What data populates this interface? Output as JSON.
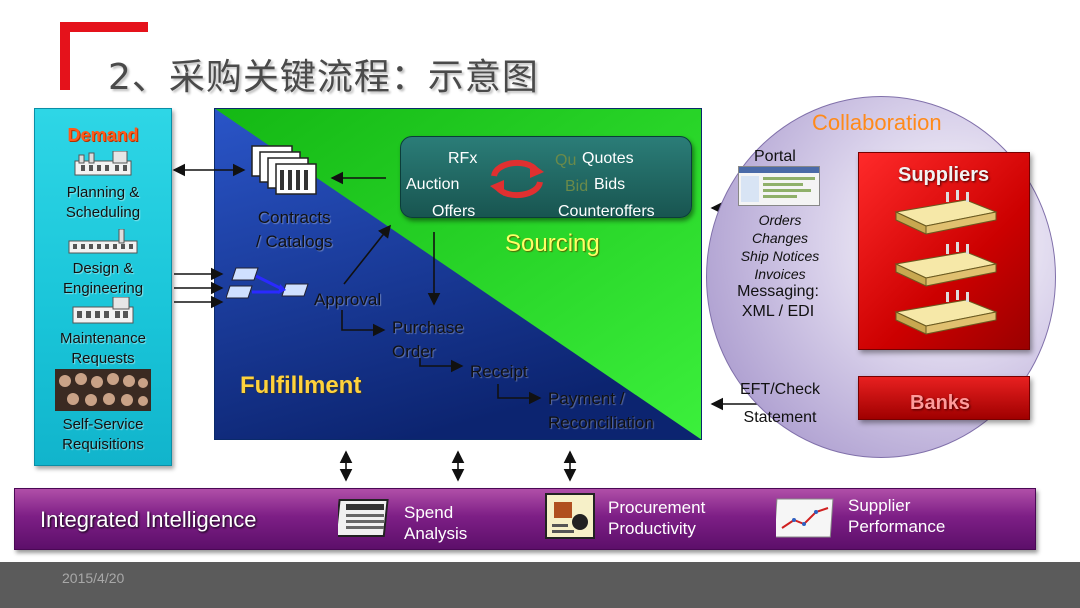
{
  "title": "2、采购关键流程：示意图",
  "colors": {
    "accent_red": "#e5121b",
    "demand": "#1ec8dc",
    "fulfillment_blue": "#1e3fa8",
    "sourcing_green": "#1ed21e",
    "intelligence_purple": "#7e1f86"
  },
  "demand": {
    "title": "Demand",
    "items": [
      {
        "label": "Planning &\nScheduling",
        "icon": "factory-icon"
      },
      {
        "label": "Design &\nEngineering",
        "icon": "factory-icon"
      },
      {
        "label": "Maintenance\nRequests",
        "icon": "factory-icon"
      },
      {
        "label": "Self-Service\nRequisitions",
        "icon": "people-photo"
      }
    ]
  },
  "sourcing": {
    "label": "Sourcing",
    "left": [
      "RFx",
      "Auction",
      "Offers"
    ],
    "right": [
      "Quotes",
      "Bids",
      "Counteroffers"
    ],
    "ghost": [
      "Qu",
      "Bid"
    ]
  },
  "fulfillment": {
    "label": "Fulfillment",
    "contracts": "Contracts\n/ Catalogs",
    "steps": {
      "approval": "Approval",
      "po": "Purchase\nOrder",
      "receipt": "Receipt",
      "payment": "Payment /\nReconciliation"
    }
  },
  "collaboration": {
    "title": "Collaboration",
    "portal": "Portal",
    "docs": [
      "Orders",
      "Changes",
      "Ship Notices",
      "Invoices"
    ],
    "messaging": "Messaging:\nXML / EDI",
    "eft": "EFT/Check",
    "statement": "Statement",
    "suppliers": "Suppliers",
    "banks": "Banks"
  },
  "intelligence": {
    "title": "Integrated Intelligence",
    "items": [
      {
        "label": "Spend\nAnalysis",
        "icon": "spend-icon"
      },
      {
        "label": "Procurement\nProductivity",
        "icon": "productivity-icon"
      },
      {
        "label": "Supplier\nPerformance",
        "icon": "chart-icon"
      }
    ]
  },
  "footer": {
    "date": "2015/4/20"
  }
}
